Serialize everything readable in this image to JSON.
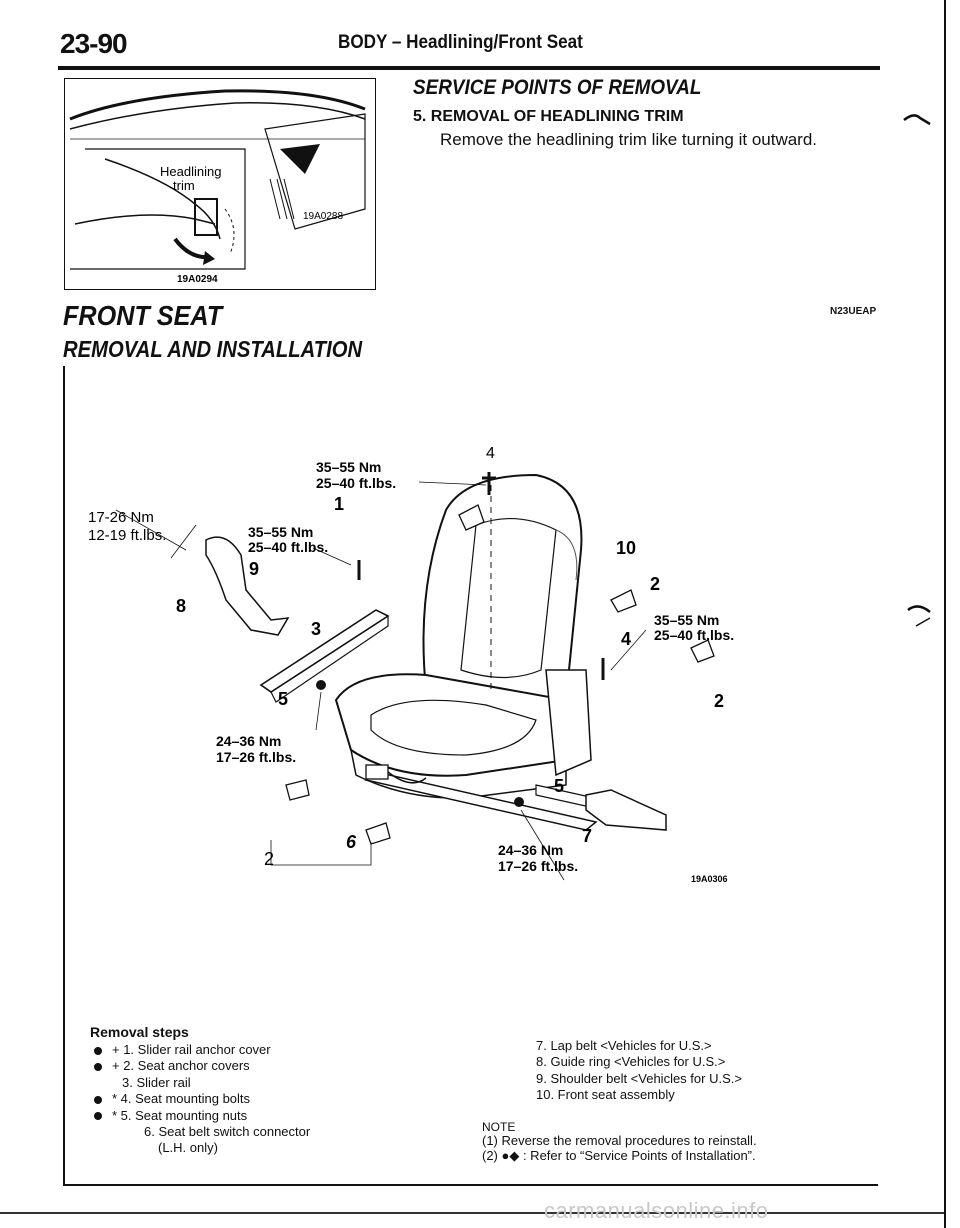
{
  "header": {
    "page_number": "23-90",
    "title": "BODY – Headlining/Front Seat"
  },
  "figure_top": {
    "label_headlining": "Headlining",
    "label_trim": "trim",
    "code_a": "19A0288",
    "code_b": "19A0294"
  },
  "service_points": {
    "title": "SERVICE POINTS OF REMOVAL",
    "step_title": "5. REMOVAL OF HEADLINING TRIM",
    "step_text": "Remove the headlining trim like turning it outward."
  },
  "front_seat": {
    "title": "FRONT SEAT",
    "code": "N23UEAP",
    "subtitle": "REMOVAL AND INSTALLATION"
  },
  "diagram": {
    "code": "19A0306",
    "torques": {
      "t_top_nm": "35–55 Nm",
      "t_top_ft": "25–40 ft.lbs.",
      "t_left_nm": "17-26 Nm",
      "t_left_ft": "12-19 ft.lbs.",
      "t_mid_nm": "35–55 Nm",
      "t_mid_ft": "25–40 ft.lbs.",
      "t_right_nm": "35–55 Nm",
      "t_right_ft": "25–40 ft.lbs.",
      "t_lowl_nm": "24–36 Nm",
      "t_lowl_ft": "17–26 ft.lbs.",
      "t_lowc_nm": "24–36 Nm",
      "t_lowc_ft": "17–26 ft.lbs."
    },
    "callouts": {
      "n1": "1",
      "n2a": "2",
      "n2b": "2",
      "n2c": "2",
      "n3": "3",
      "n4a": "4",
      "n4b": "4",
      "n5a": "5",
      "n5b": "5",
      "n6": "6",
      "n7": "7",
      "n8": "8",
      "n9": "9",
      "n10": "10"
    }
  },
  "removal_steps": {
    "title": "Removal steps",
    "left": [
      {
        "bullet": true,
        "text": "+ 1. Slider rail anchor cover"
      },
      {
        "bullet": true,
        "text": "+ 2. Seat anchor covers"
      },
      {
        "bullet": false,
        "text": "3. Slider rail"
      },
      {
        "bullet": true,
        "text": "* 4. Seat mounting bolts"
      },
      {
        "bullet": true,
        "text": "* 5. Seat mounting nuts"
      },
      {
        "bullet": false,
        "text": "6. Seat belt switch connector"
      },
      {
        "bullet": false,
        "text": "(L.H. only)"
      }
    ],
    "right": [
      "7. Lap belt <Vehicles for U.S.>",
      "8. Guide ring <Vehicles for U.S.>",
      "9. Shoulder belt <Vehicles for U.S.>",
      "10. Front seat assembly"
    ]
  },
  "note": {
    "title": "NOTE",
    "lines": [
      "(1) Reverse the removal procedures to reinstall.",
      "(2) ●◆ : Refer to “Service Points of Installation”."
    ]
  },
  "footer": {
    "watermark": "carmanualsonline.info"
  }
}
